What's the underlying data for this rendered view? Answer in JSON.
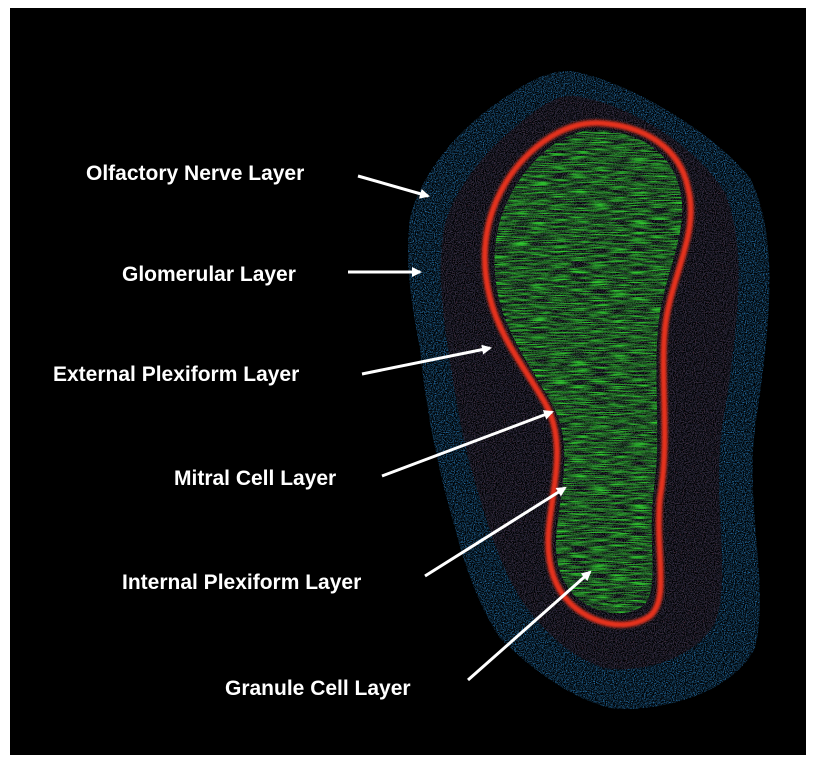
{
  "labels": {
    "olfactory_nerve_layer": "Olfactory Nerve Layer",
    "glomerular_layer": "Glomerular Layer",
    "external_plexiform_layer": "External Plexiform Layer",
    "mitral_cell_layer": "Mitral Cell Layer",
    "internal_plexiform_layer": "Internal Plexiform Layer",
    "granule_cell_layer": "Granule Cell Layer"
  },
  "colors": {
    "background": "#000000",
    "frame_border": "#ffffff",
    "label_text": "#ffffff",
    "arrow": "#ffffff",
    "olfactory_nerve_layer": "#2e8fd8",
    "glomerular_external_plexiform": "#4a0e0e",
    "mitral_cell_layer": "#e8321e",
    "granule_cell_layer": "#2ec82e"
  }
}
